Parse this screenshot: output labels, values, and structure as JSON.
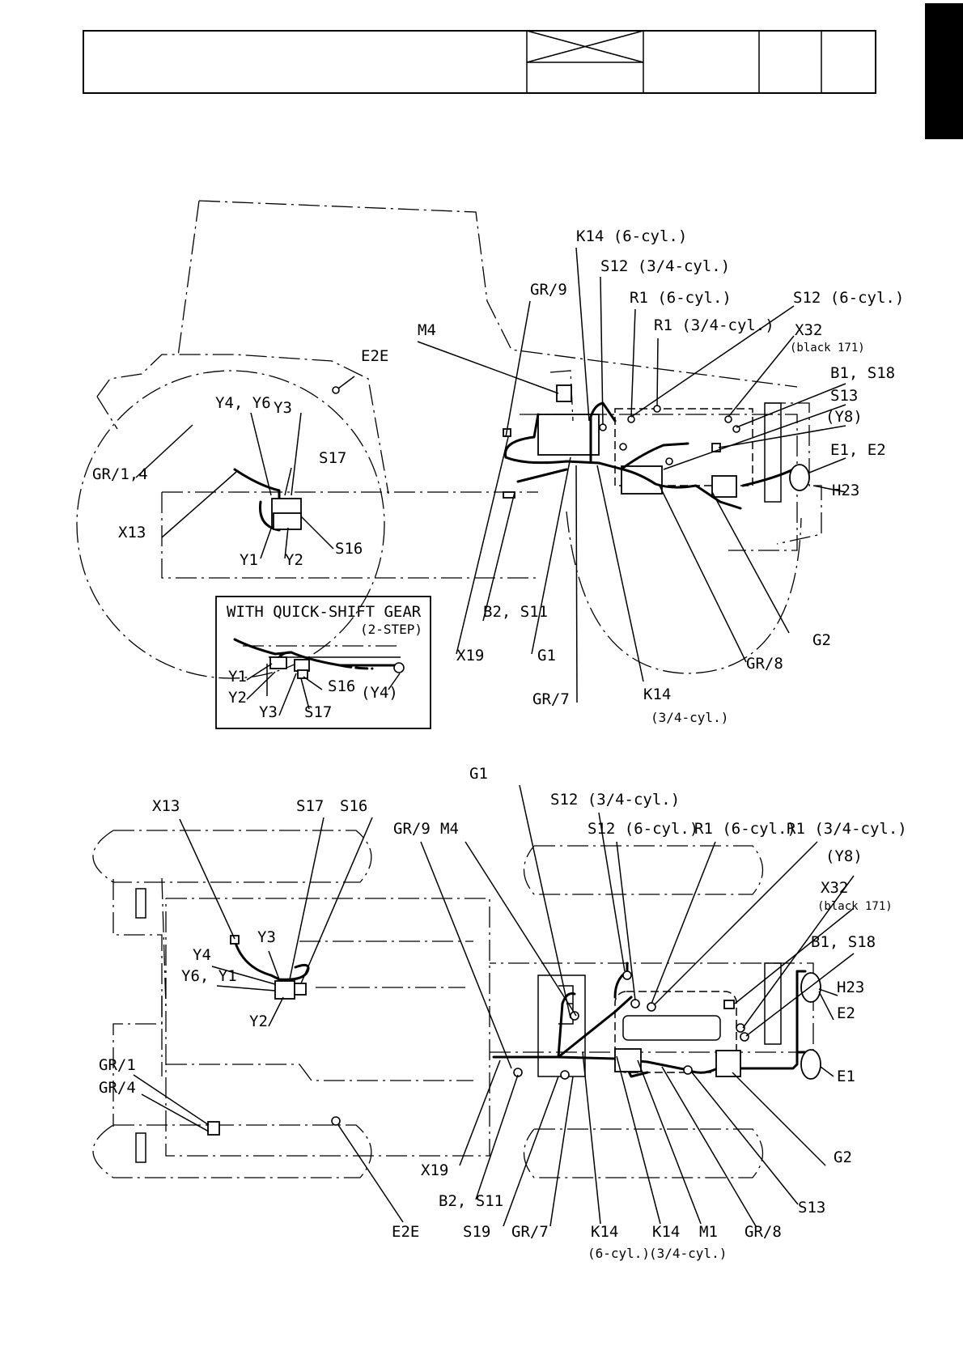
{
  "title_block": {
    "cells": [
      "",
      "",
      "",
      "",
      ""
    ]
  },
  "side_view": {
    "labels": {
      "k14_6": "K14 (6-cyl.)",
      "s12_34": "S12 (3/4-cyl.)",
      "gr9": "GR/9",
      "r1_6": "R1 (6-cyl.)",
      "s12_6": "S12 (6-cyl.)",
      "r1_34": "R1 (3/4-cyl.)",
      "m4": "M4",
      "x32": "X32",
      "x32_note": "(black 171)",
      "e2e": "E2E",
      "b1s18": "B1, S18",
      "s13": "S13",
      "y4y6": "Y4, Y6",
      "y3": "Y3",
      "y8": "(Y8)",
      "e1e2": "E1, E2",
      "gr14": "GR/1,4",
      "s17": "S17",
      "h23": "H23",
      "x13": "X13",
      "s16": "S16",
      "y1": "Y1",
      "y2": "Y2",
      "b2s11": "B2, S11",
      "g2": "G2",
      "x19": "X19",
      "g1": "G1",
      "gr8": "GR/8",
      "k14_34": "K14",
      "k14_34_note": "(3/4-cyl.)",
      "gr7": "GR/7"
    }
  },
  "inset": {
    "title": "WITH QUICK-SHIFT GEAR",
    "subtitle": "(2-STEP)",
    "labels": {
      "y1": "Y1",
      "y2": "Y2",
      "y3": "Y3",
      "s16": "S16",
      "s17": "S17",
      "y4": "(Y4)"
    }
  },
  "top_view": {
    "labels": {
      "g1": "G1",
      "s12_34": "S12 (3/4-cyl.)",
      "x13": "X13",
      "s17": "S17",
      "s16": "S16",
      "gr9": "GR/9",
      "m4": "M4",
      "s12_6": "S12 (6-cyl.)",
      "r1_6": "R1 (6-cyl.)",
      "r1_34": "R1 (3/4-cyl.)",
      "y8": "(Y8)",
      "x32": "X32",
      "x32_note": "(black 171)",
      "y3": "Y3",
      "b1s18": "B1, S18",
      "y4": "Y4",
      "y6y1": "Y6, Y1",
      "h23": "H23",
      "e2": "E2",
      "y2": "Y2",
      "e1": "E1",
      "gr1": "GR/1",
      "gr4": "GR/4",
      "g2": "G2",
      "x19": "X19",
      "s13": "S13",
      "b2s11": "B2, S11",
      "e2e": "E2E",
      "s19": "S19",
      "gr7": "GR/7",
      "k14a": "K14",
      "k14a_note": "(6-cyl.)",
      "k14b": "K14",
      "k14b_note": "(3/4-cyl.)",
      "m1": "M1",
      "gr8": "GR/8"
    }
  }
}
